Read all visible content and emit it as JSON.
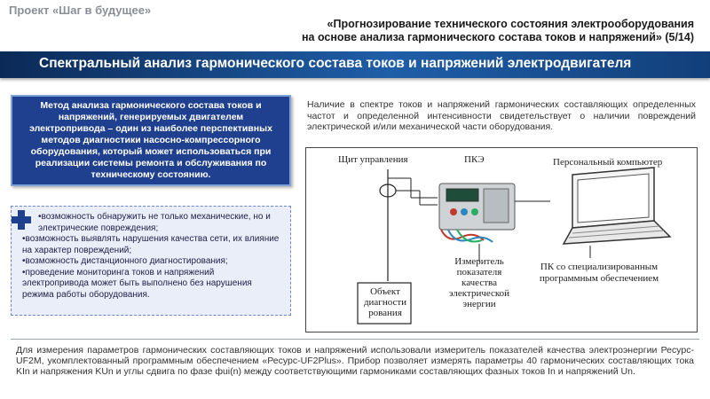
{
  "project": "Проект «Шаг в будущее»",
  "header": {
    "title_line1": "«Прогнозирование технического состояния электрооборудования",
    "title_line2": "на основе анализа гармонического состава токов и напряжений» (5/14)"
  },
  "banner": "Спектральный анализ гармонического состава токов и напряжений электродвигателя",
  "method_text": "Метод анализа гармонического состава токов и напряжений, генерируемых двигателем электропривода – один из наиболее перспективных методов диагностики насосно-компрессорного оборудования, который может использоваться при реализации системы ремонта и обслуживания по техническому состоянию.",
  "advantages": [
    "•возможность обнаружить не только механические, но и электрические повреждения;",
    "•возможность выявлять нарушения качества сети, их влияние на характер повреждений;",
    "•возможность дистанционного диагностирования;",
    "•проведение мониторинга токов и напряжений электропривода может быть выполнено без нарушения режима работы оборудования."
  ],
  "intro": "Наличие в спектре токов и напряжений гармонических составляющих определенных частот и определенной интенсивности свидетельствует о наличии повреждений электрической и/или механической части оборудования.",
  "diagram": {
    "panel": "Щит управления",
    "pke": "ПКЭ",
    "pc": "Персональный компьютер",
    "object": [
      "Объект",
      "диагности",
      "рования"
    ],
    "meter": [
      "Измеритель",
      "показателя",
      "качества",
      "электрической",
      "энергии"
    ],
    "software": [
      "ПК со специализированным",
      "программным обеспечением"
    ]
  },
  "bottom_text": "Для измерения параметров гармонических составляющих токов и напряжений использовали измеритель показателей качества электроэнергии Ресурс-UF2M, укомплектованный программным обеспечением «Ресурс-UF2Plus». Прибор позволяет измерять параметры 40 гармонических составляющих тока KIn и напряжения KUn и углы сдвига по фазе фui(n) между соответствующими гармониками составляющих фазных токов In и напряжений Un.",
  "colors": {
    "banner": "#1f5ea8",
    "method_box": "#1f3f8f",
    "adv_box": "#e9eef8"
  },
  "icons": [
    "plus-icon",
    "current-clamp-icon",
    "power-quality-meter-icon",
    "laptop-icon"
  ]
}
